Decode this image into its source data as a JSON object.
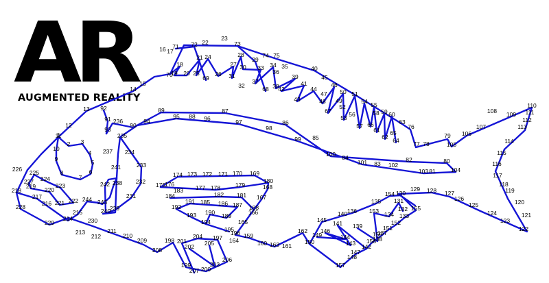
{
  "logo": {
    "title": "AR",
    "subtitle": "AUGMENTED REALITY"
  },
  "colors": {
    "line": "#1515d6",
    "text": "#000000",
    "background": "#ffffff"
  },
  "labels": [
    "1",
    "2",
    "3",
    "4",
    "5",
    "6",
    "7",
    "8",
    "9",
    "10",
    "11",
    "12",
    "13",
    "14",
    "15",
    "16",
    "17",
    "18",
    "19",
    "20",
    "21",
    "22",
    "23",
    "24",
    "25",
    "26",
    "27",
    "28",
    "29",
    "30",
    "31",
    "32",
    "33",
    "34",
    "35",
    "36",
    "37",
    "38",
    "39",
    "40",
    "41",
    "42",
    "43",
    "44",
    "45",
    "46",
    "47",
    "48",
    "49",
    "50",
    "51",
    "52",
    "53",
    "54",
    "55",
    "56",
    "57",
    "58",
    "59",
    "60",
    "61",
    "62",
    "63",
    "64",
    "65",
    "66",
    "67",
    "68",
    "69",
    "70",
    "71",
    "72",
    "73",
    "74",
    "75",
    "76",
    "77",
    "78",
    "79",
    "80",
    "81",
    "82",
    "83",
    "84",
    "85",
    "86",
    "87",
    "88",
    "89",
    "90",
    "91",
    "92",
    "93",
    "94",
    "95",
    "96",
    "97",
    "98",
    "99",
    "100",
    "101",
    "102",
    "103",
    "104",
    "105",
    "106",
    "107",
    "108",
    "109",
    "110",
    "111",
    "112",
    "113",
    "114",
    "115",
    "116",
    "117",
    "118",
    "119",
    "120",
    "121",
    "122",
    "123",
    "124",
    "125",
    "126",
    "127",
    "128",
    "129",
    "130",
    "131",
    "132",
    "133",
    "134",
    "135",
    "136",
    "137",
    "138",
    "139",
    "140",
    "141",
    "142",
    "143",
    "144",
    "145",
    "146",
    "147",
    "148",
    "149",
    "150",
    "151",
    "152",
    "153",
    "154",
    "155",
    "156",
    "157",
    "158",
    "159",
    "160",
    "161",
    "162",
    "163",
    "164",
    "165",
    "166",
    "167",
    "168",
    "169",
    "170",
    "171",
    "172",
    "173",
    "174",
    "175",
    "176",
    "177",
    "178",
    "179",
    "180",
    "181",
    "182",
    "183",
    "184",
    "185",
    "186",
    "187",
    "188",
    "189",
    "190",
    "191",
    "192",
    "193",
    "194",
    "195",
    "196",
    "197",
    "198",
    "199",
    "200",
    "201",
    "202",
    "203",
    "204",
    "205",
    "206",
    "207",
    "208",
    "209",
    "210",
    "211",
    "212",
    "213",
    "214",
    "215",
    "216",
    "217",
    "218",
    "219",
    "220",
    "221",
    "222",
    "223",
    "224",
    "225",
    "226",
    "227",
    "228",
    "229",
    "230",
    "231",
    "232",
    "233",
    "234",
    "235",
    "236",
    "237",
    "238",
    "239",
    "240",
    "241",
    "242",
    "243",
    "244"
  ]
}
